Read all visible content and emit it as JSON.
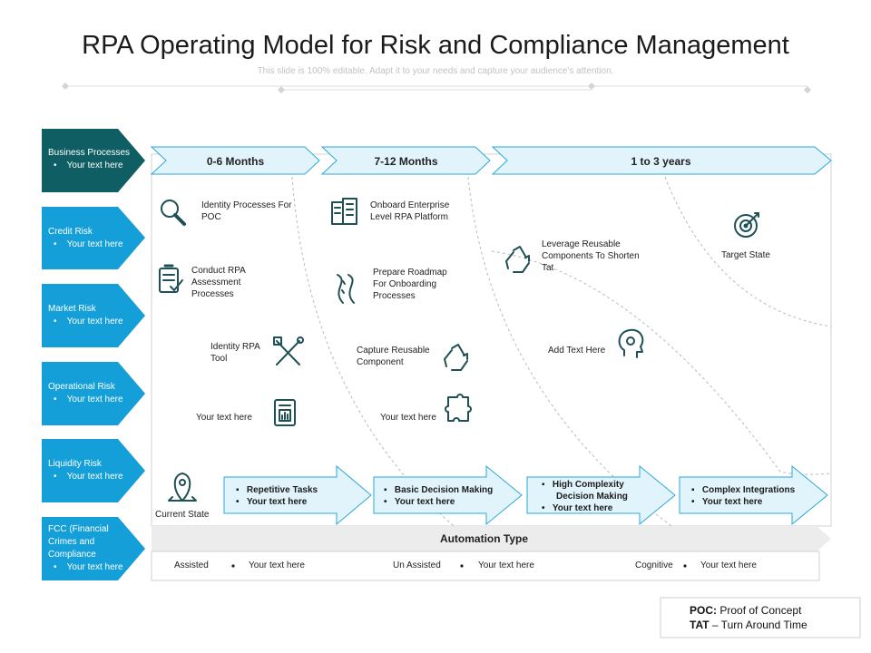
{
  "title": "RPA Operating Model for Risk and Compliance Management",
  "subtitle": "This slide is 100% editable. Adapt it to your needs and capture your audience’s attention.",
  "sidebar": [
    {
      "title": "Business Processes",
      "text": "Your text here",
      "color": "#0f5e63"
    },
    {
      "title": "Credit Risk",
      "text": "Your text here",
      "color": "#149fd8"
    },
    {
      "title": "Market Risk",
      "text": "Your text here",
      "color": "#149fd8"
    },
    {
      "title": "Operational Risk",
      "text": "Your text here",
      "color": "#149fd8"
    },
    {
      "title": "Liquidity Risk",
      "text": "Your text here",
      "color": "#149fd8"
    },
    {
      "title": "FCC (Financial Crimes and Compliance",
      "text": "Your text here",
      "color": "#149fd8"
    }
  ],
  "timeline": [
    "0-6 Months",
    "7-12 Months",
    "1 to 3 years"
  ],
  "items": {
    "identity_poc": "Identity Processes For POC",
    "onboard": "Onboard Enterprise Level RPA Platform",
    "leverage": "Leverage Reusable Components To Shorten Tat",
    "target": "Target State",
    "conduct": "Conduct RPA Assessment Processes",
    "roadmap": "Prepare Roadmap For Onboarding Processes",
    "identity_tool": "Identity RPA Tool",
    "capture": "Capture Reusable Component",
    "add_text": "Add Text Here",
    "text1": "Your text here",
    "text2": "Your text here",
    "current": "Current State"
  },
  "stages": [
    {
      "a": "Repetitive Tasks",
      "b": "Your text here"
    },
    {
      "a": "Basic Decision Making",
      "b": "Your text here"
    },
    {
      "a": "High Complexity Decision Making",
      "b": "Your text here"
    },
    {
      "a": "Complex Integrations",
      "b": "Your text here"
    }
  ],
  "automation": {
    "title": "Automation Type",
    "types": [
      {
        "label": "Assisted",
        "text": "Your text here"
      },
      {
        "label": "Un Assisted",
        "text": "Your text here"
      },
      {
        "label": "Cognitive",
        "text": "Your text here"
      }
    ]
  },
  "legend": {
    "poc_abbr": "POC:",
    "poc_text": "Proof of Concept",
    "tat_abbr": "TAT",
    "tat_text": "– Turn Around Time"
  },
  "colors": {
    "dark_teal": "#0f5e63",
    "blue": "#149fd8",
    "light_fill": "#e2f4fb",
    "icon": "#1f5055"
  }
}
